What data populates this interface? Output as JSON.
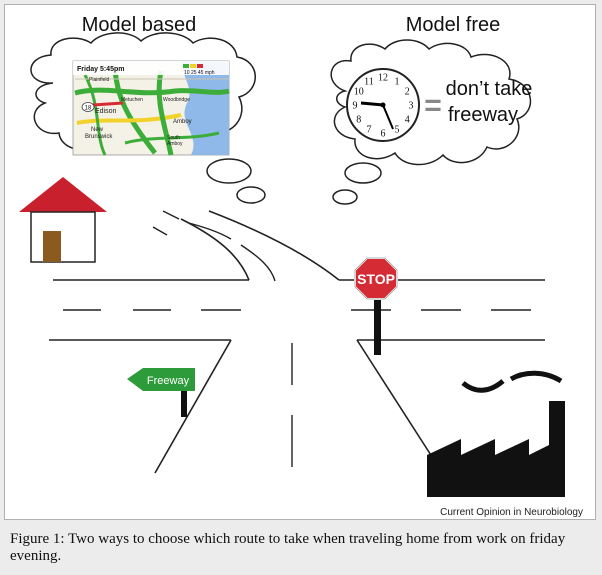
{
  "labels": {
    "model_based": "Model based",
    "model_free": "Model free",
    "map_time": "Friday 5:45pm",
    "map_speed": "10 25 45 mph",
    "map_places": [
      "Edison",
      "New",
      "Brunswick",
      "Amboy",
      "Plainfield",
      "Metuchen",
      "Woodbridge",
      "South",
      "Amboy",
      "18"
    ],
    "equals": "=",
    "free_text_line1": "don’t take",
    "free_text_line2": "freeway",
    "stop_sign": "STOP",
    "freeway_sign": "Freeway",
    "source": "Current Opinion in Neurobiology"
  },
  "clock": {
    "numerals": [
      "12",
      "1",
      "2",
      "3",
      "4",
      "5",
      "6",
      "7",
      "8",
      "9",
      "10",
      "11"
    ]
  },
  "caption": "Figure 1: Two ways to choose which route to take when traveling home from work on friday evening.",
  "colors": {
    "house_roof": "#c8202c",
    "house_door": "#8a5a1e",
    "stop_sign": "#d52b35",
    "freeway_sign": "#2e9b3a",
    "map_green": "#3dad3a",
    "map_yellow": "#f2d22a",
    "map_water": "#8fb9e8",
    "equals_gray": "#888888"
  }
}
